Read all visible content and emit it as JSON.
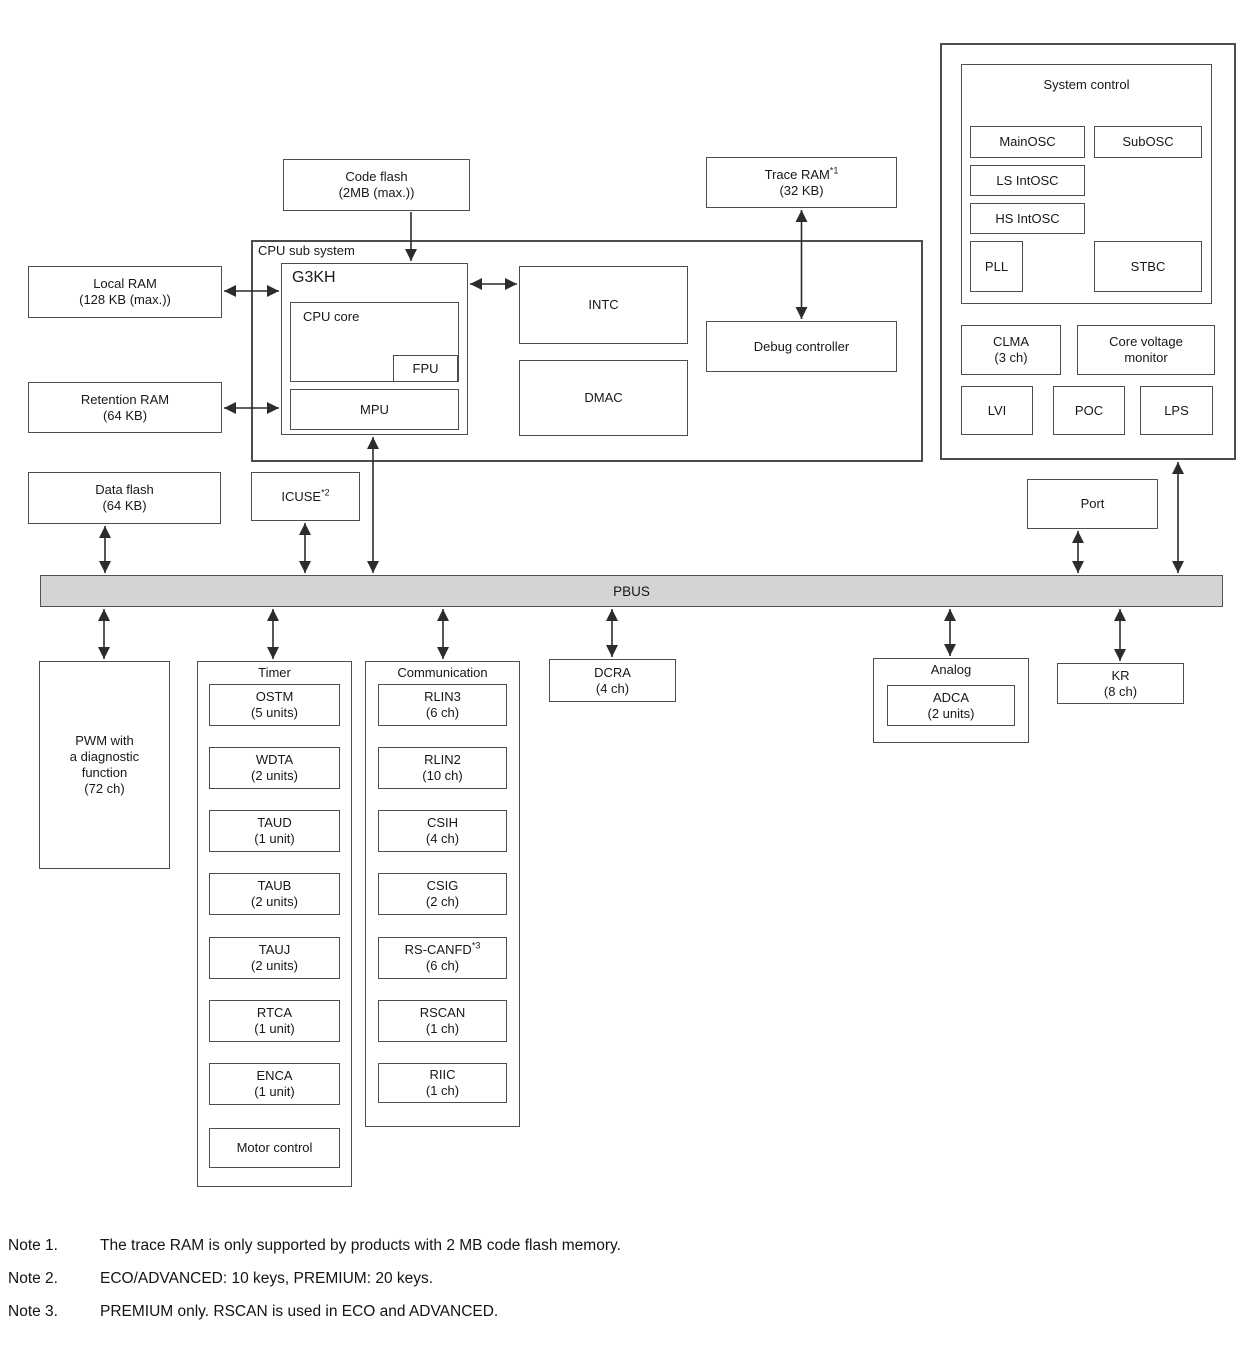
{
  "blocks": {
    "code_flash": {
      "l1": "Code flash",
      "l2": "(2MB (max.))"
    },
    "trace_ram": {
      "l1": "Trace RAM",
      "sup": "*1",
      "l2": "(32 KB)"
    },
    "local_ram": {
      "l1": "Local RAM",
      "l2": "(128 KB (max.))"
    },
    "retention_ram": {
      "l1": "Retention RAM",
      "l2": "(64 KB)"
    },
    "data_flash": {
      "l1": "Data flash",
      "l2": "(64 KB)"
    },
    "icuse": {
      "l1": "ICUSE",
      "sup": "*2"
    },
    "port": {
      "l1": "Port"
    },
    "dcra": {
      "l1": "DCRA",
      "l2": "(4 ch)"
    },
    "kr": {
      "l1": "KR",
      "l2": "(8 ch)"
    }
  },
  "cpu_subsystem": {
    "title": "CPU sub system",
    "g3kh": "G3KH",
    "cpu_core": "CPU core",
    "fpu": "FPU",
    "mpu": "MPU",
    "intc": "INTC",
    "dmac": "DMAC",
    "debug_controller": "Debug controller"
  },
  "system_control": {
    "title": "System control",
    "mainosc": "MainOSC",
    "subosc": "SubOSC",
    "ls_intosc": "LS IntOSC",
    "hs_intosc": "HS IntOSC",
    "pll": "PLL",
    "stbc": "STBC",
    "clma": {
      "l1": "CLMA",
      "l2": "(3 ch)"
    },
    "core_voltage_monitor": {
      "l1": "Core voltage",
      "l2": "monitor"
    },
    "lvi": "LVI",
    "poc": "POC",
    "lps": "LPS"
  },
  "pbus": {
    "label": "PBUS"
  },
  "pwm": {
    "l1": "PWM with",
    "l2": "a diagnostic",
    "l3": "function",
    "l4": "(72 ch)"
  },
  "timer": {
    "title": "Timer",
    "items": [
      {
        "l1": "OSTM",
        "l2": "(5 units)"
      },
      {
        "l1": "WDTA",
        "l2": "(2 units)"
      },
      {
        "l1": "TAUD",
        "l2": "(1 unit)"
      },
      {
        "l1": "TAUB",
        "l2": "(2 units)"
      },
      {
        "l1": "TAUJ",
        "l2": "(2 units)"
      },
      {
        "l1": "RTCA",
        "l2": "(1 unit)"
      },
      {
        "l1": "ENCA",
        "l2": "(1 unit)"
      },
      {
        "l1": "Motor control"
      }
    ]
  },
  "communication": {
    "title": "Communication",
    "items": [
      {
        "l1": "RLIN3",
        "l2": "(6 ch)"
      },
      {
        "l1": "RLIN2",
        "l2": "(10 ch)"
      },
      {
        "l1": "CSIH",
        "l2": "(4 ch)"
      },
      {
        "l1": "CSIG",
        "l2": "(2 ch)"
      },
      {
        "l1": "RS-CANFD",
        "sup": "*3",
        "l2": "(6 ch)"
      },
      {
        "l1": "RSCAN",
        "l2": "(1 ch)"
      },
      {
        "l1": "RIIC",
        "l2": "(1 ch)"
      }
    ]
  },
  "analog": {
    "title": "Analog",
    "adca": {
      "l1": "ADCA",
      "l2": "(2 units)"
    }
  },
  "notes": [
    {
      "tag": "Note 1.",
      "text": "The trace RAM is only supported by products with 2 MB code flash memory."
    },
    {
      "tag": "Note 2.",
      "text": "ECO/ADVANCED: 10 keys, PREMIUM: 20 keys."
    },
    {
      "tag": "Note 3.",
      "text": "PREMIUM only. RSCAN is used in ECO and ADVANCED."
    }
  ],
  "colors": {
    "bus_fill": "#d3d4d6",
    "line": "#2c2c2e",
    "border": "#4b4d50"
  }
}
